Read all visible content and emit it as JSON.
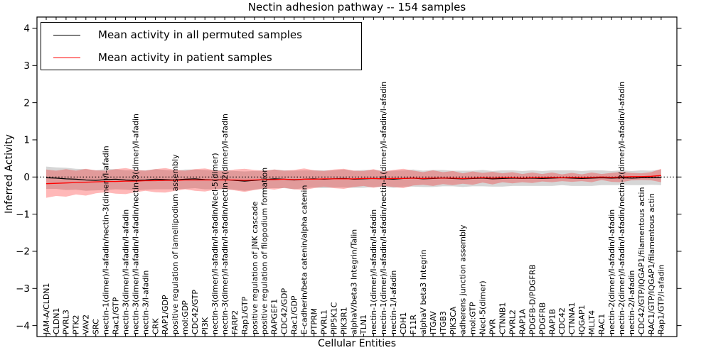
{
  "title": "Nectin adhesion pathway -- 154 samples",
  "chart_data": {
    "type": "line",
    "title": "Nectin adhesion pathway -- 154 samples",
    "xlabel": "Cellular Entities",
    "ylabel": "Inferred Activity",
    "ylim": [
      -4.3,
      4.3
    ],
    "yticks": [
      -4,
      -3,
      -2,
      -1,
      0,
      1,
      2,
      3,
      4
    ],
    "grid": false,
    "legend_position": "upper left",
    "reference_line": {
      "y": 0,
      "style": "dotted",
      "color": "#000000"
    },
    "categories": [
      "JAM-A/CLDN1",
      "CLDN1",
      "PVRL3",
      "PTK2",
      "VAV2",
      "SRC",
      "nectin-1(dimer)/I-afadin/nectin-3(dimer)/I-afadin",
      "Rac1/GTP",
      "nectin-3(dimer)/I-afadin/I-afadin",
      "nectin-3(dimer)/I-afadin/I-afadin/nectin-3(dimer)/I-afadin",
      "nectin-3/I-afadin",
      "CRK",
      "RAP1/GDP",
      "positive regulation of lamellipodium assembly",
      "mol:GDP",
      "CDC42/GTP",
      "PI3K",
      "nectin-3(dimer)/I-afadin/I-afadin/Necl-5(dimer)",
      "nectin-3(dimer)/I-afadin/I-afadin/nectin-2(dimer)/I-afadin",
      "FARP2",
      "Rap1/GTP",
      "positive regulation of JNK cascade",
      "positive regulation of filopodium formation",
      "RAPGEF1",
      "CDC42/GDP",
      "Rac1/GDP",
      "E-cadherin/beta catenin/alpha catenin",
      "PTPRM",
      "PVRL1",
      "PIP5K1C",
      "PIK3R1",
      "alphaV/beta3 Integrin/Talin",
      "TLN1",
      "nectin-1(dimer)/I-afadin/I-afadin",
      "nectin-1(dimer)/I-afadin/I-afadin/nectin-1(dimer)/I-afadin/I-afadin",
      "nectin-1/I-afadin",
      "CDH1",
      "F11R",
      "alphaV beta3 Integrin",
      "ITGAV",
      "ITGB3",
      "PIK3CA",
      "adherens junction assembly",
      "mol:GTP",
      "Necl-5(dimer)",
      "PVR",
      "CTNNB1",
      "PVRL2",
      "RAP1A",
      "PDGFB-D/PDGFRB",
      "PDGFRB",
      "RAP1B",
      "CDC42",
      "CTNNA1",
      "IQGAP1",
      "MLLT4",
      "RAC1",
      "nectin-2(dimer)/I-afadin/I-afadin",
      "nectin-2(dimer)/I-afadin/I-afadin/nectin-2(dimer)/I-afadin/I-afadin",
      "nectin-2/I-afadin",
      "CDC42/GTP/IQGAP1/filamentous actin",
      "RAC1/GTP/IQGAP1/filamentous actin",
      "Rap1/GTP/I-afadin"
    ],
    "series": [
      {
        "name": "Mean activity in all permuted samples",
        "color": "#000000",
        "band_color": "rgba(0,0,0,0.16)",
        "values": [
          -0.02,
          -0.03,
          -0.05,
          -0.06,
          -0.08,
          -0.09,
          -0.07,
          -0.06,
          -0.08,
          -0.09,
          -0.08,
          -0.06,
          -0.07,
          -0.08,
          -0.06,
          -0.05,
          -0.07,
          -0.08,
          -0.07,
          -0.09,
          -0.11,
          -0.09,
          -0.07,
          -0.05,
          -0.06,
          -0.08,
          -0.06,
          -0.05,
          -0.06,
          -0.05,
          -0.04,
          -0.06,
          -0.05,
          -0.04,
          -0.05,
          -0.06,
          -0.04,
          -0.03,
          -0.05,
          -0.04,
          -0.03,
          -0.04,
          -0.05,
          -0.04,
          -0.03,
          -0.05,
          -0.04,
          -0.03,
          -0.04,
          -0.03,
          -0.04,
          -0.03,
          -0.02,
          -0.03,
          -0.04,
          -0.03,
          -0.02,
          -0.03,
          -0.02,
          -0.03,
          -0.02,
          -0.02,
          -0.01
        ],
        "std": [
          0.3,
          0.29,
          0.3,
          0.28,
          0.29,
          0.27,
          0.28,
          0.27,
          0.26,
          0.27,
          0.26,
          0.27,
          0.26,
          0.25,
          0.26,
          0.25,
          0.26,
          0.25,
          0.26,
          0.25,
          0.26,
          0.25,
          0.24,
          0.25,
          0.24,
          0.25,
          0.24,
          0.23,
          0.24,
          0.23,
          0.24,
          0.23,
          0.24,
          0.23,
          0.22,
          0.23,
          0.22,
          0.23,
          0.22,
          0.23,
          0.22,
          0.21,
          0.22,
          0.21,
          0.22,
          0.21,
          0.22,
          0.21,
          0.2,
          0.21,
          0.2,
          0.21,
          0.2,
          0.21,
          0.2,
          0.21,
          0.2,
          0.19,
          0.2,
          0.19,
          0.2,
          0.19,
          0.21
        ]
      },
      {
        "name": "Mean activity in patient samples",
        "color": "#ff0000",
        "band_color": "rgba(255,0,0,0.28)",
        "values": [
          -0.18,
          -0.17,
          -0.16,
          -0.15,
          -0.14,
          -0.13,
          -0.12,
          -0.12,
          -0.11,
          -0.11,
          -0.1,
          -0.1,
          -0.09,
          -0.09,
          -0.08,
          -0.08,
          -0.08,
          -0.08,
          -0.08,
          -0.08,
          -0.09,
          -0.08,
          -0.07,
          -0.07,
          -0.06,
          -0.07,
          -0.06,
          -0.06,
          -0.05,
          -0.05,
          -0.05,
          -0.05,
          -0.04,
          -0.04,
          -0.05,
          -0.04,
          -0.04,
          -0.03,
          -0.04,
          -0.03,
          -0.03,
          -0.03,
          -0.04,
          -0.03,
          -0.02,
          -0.03,
          -0.02,
          -0.02,
          -0.03,
          -0.02,
          -0.02,
          -0.01,
          -0.02,
          -0.01,
          -0.02,
          -0.01,
          0.0,
          -0.01,
          0.0,
          0.01,
          0.01,
          0.02,
          0.04
        ],
        "std": [
          0.38,
          0.34,
          0.37,
          0.32,
          0.36,
          0.31,
          0.29,
          0.33,
          0.35,
          0.3,
          0.27,
          0.31,
          0.33,
          0.28,
          0.25,
          0.29,
          0.31,
          0.26,
          0.24,
          0.28,
          0.31,
          0.27,
          0.24,
          0.27,
          0.23,
          0.26,
          0.29,
          0.24,
          0.21,
          0.25,
          0.27,
          0.22,
          0.2,
          0.25,
          0.19,
          0.23,
          0.26,
          0.2,
          0.17,
          0.21,
          0.16,
          0.19,
          0.14,
          0.18,
          0.13,
          0.17,
          0.12,
          0.15,
          0.11,
          0.14,
          0.1,
          0.13,
          0.09,
          0.12,
          0.09,
          0.13,
          0.08,
          0.12,
          0.14,
          0.1,
          0.09,
          0.11,
          0.18
        ]
      }
    ]
  },
  "legend": {
    "permuted_label": "Mean activity in all permuted samples",
    "patient_label": "Mean activity in patient samples"
  },
  "colors": {
    "permuted_line": "#000000",
    "patient_line": "#ff0000",
    "permuted_band": "rgba(0,0,0,0.16)",
    "patient_band": "rgba(255,0,0,0.28)",
    "axes": "#000000",
    "background": "#ffffff"
  }
}
